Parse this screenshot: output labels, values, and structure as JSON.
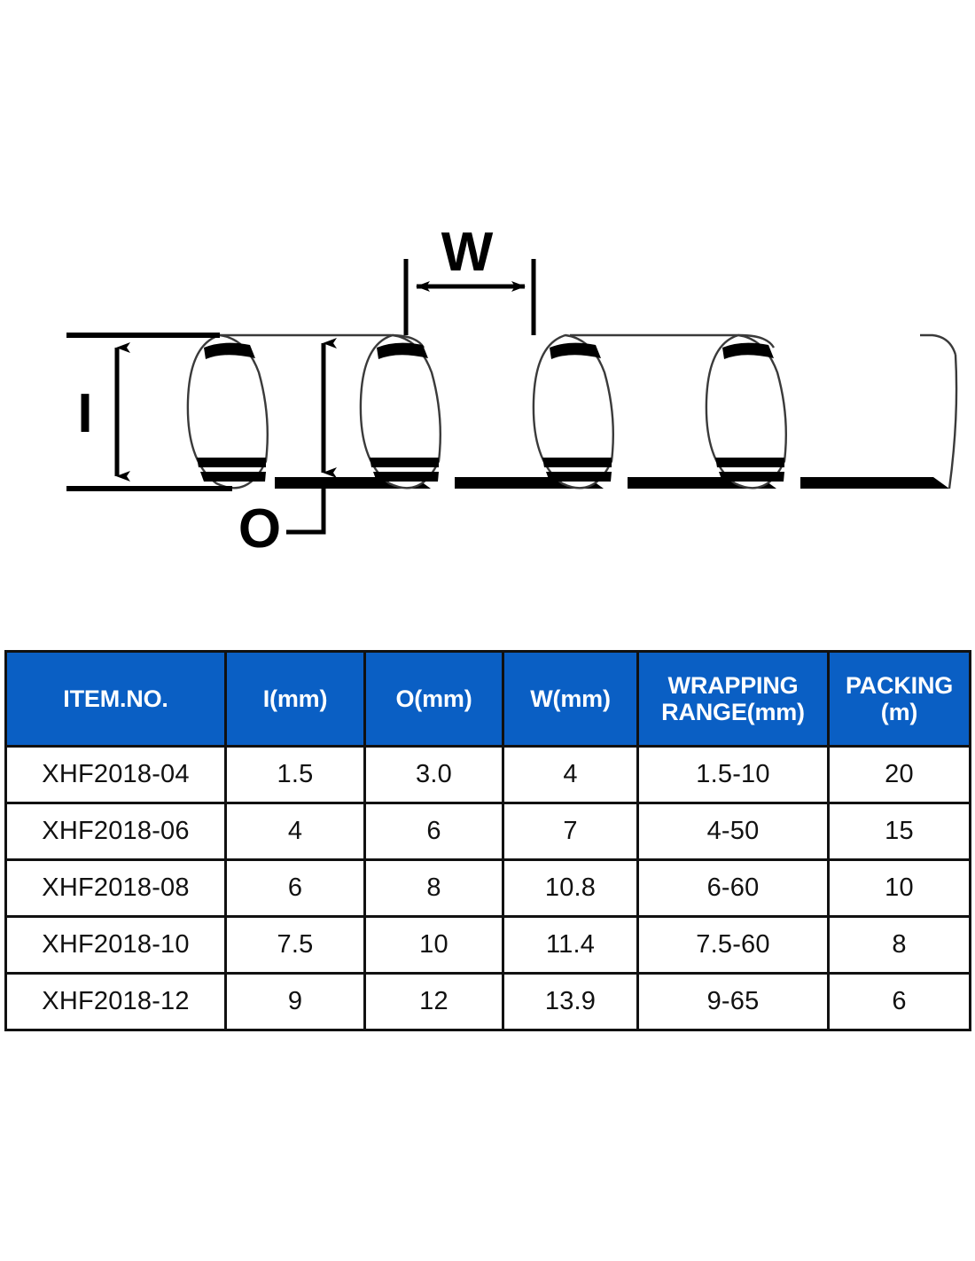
{
  "diagram": {
    "name": "spiral-wrapping-band-cross-section",
    "labels": {
      "inner_diameter": "I",
      "outer_diameter": "O",
      "band_width": "W"
    },
    "colors": {
      "line": "#000000",
      "fill": "#ffffff"
    }
  },
  "table": {
    "columns": [
      {
        "key": "item",
        "label": "ITEM.NO.",
        "line1": "ITEM.NO.",
        "line2": ""
      },
      {
        "key": "i",
        "label": "I(mm)",
        "line1": "I(mm)",
        "line2": ""
      },
      {
        "key": "o",
        "label": "O(mm)",
        "line1": "O(mm)",
        "line2": ""
      },
      {
        "key": "w",
        "label": "W(mm)",
        "line1": "W(mm)",
        "line2": ""
      },
      {
        "key": "wrapping_range",
        "label": "WRAPPING RANGE(mm)",
        "line1": "WRAPPING",
        "line2": "RANGE(mm)"
      },
      {
        "key": "packing",
        "label": "PACKING (m)",
        "line1": "PACKING",
        "line2": "(m)"
      }
    ],
    "rows": [
      {
        "item": "XHF2018-04",
        "i": "1.5",
        "o": "3.0",
        "w": "4",
        "wrapping_range": "1.5-10",
        "packing": "20"
      },
      {
        "item": "XHF2018-06",
        "i": "4",
        "o": "6",
        "w": "7",
        "wrapping_range": "4-50",
        "packing": "15"
      },
      {
        "item": "XHF2018-08",
        "i": "6",
        "o": "8",
        "w": "10.8",
        "wrapping_range": "6-60",
        "packing": "10"
      },
      {
        "item": "XHF2018-10",
        "i": "7.5",
        "o": "10",
        "w": "11.4",
        "wrapping_range": "7.5-60",
        "packing": "8"
      },
      {
        "item": "XHF2018-12",
        "i": "9",
        "o": "12",
        "w": "13.9",
        "wrapping_range": "9-65",
        "packing": "6"
      }
    ],
    "header_bg": "#0A5FC4",
    "header_fg": "#FFFFFF",
    "border_color": "#111111"
  }
}
